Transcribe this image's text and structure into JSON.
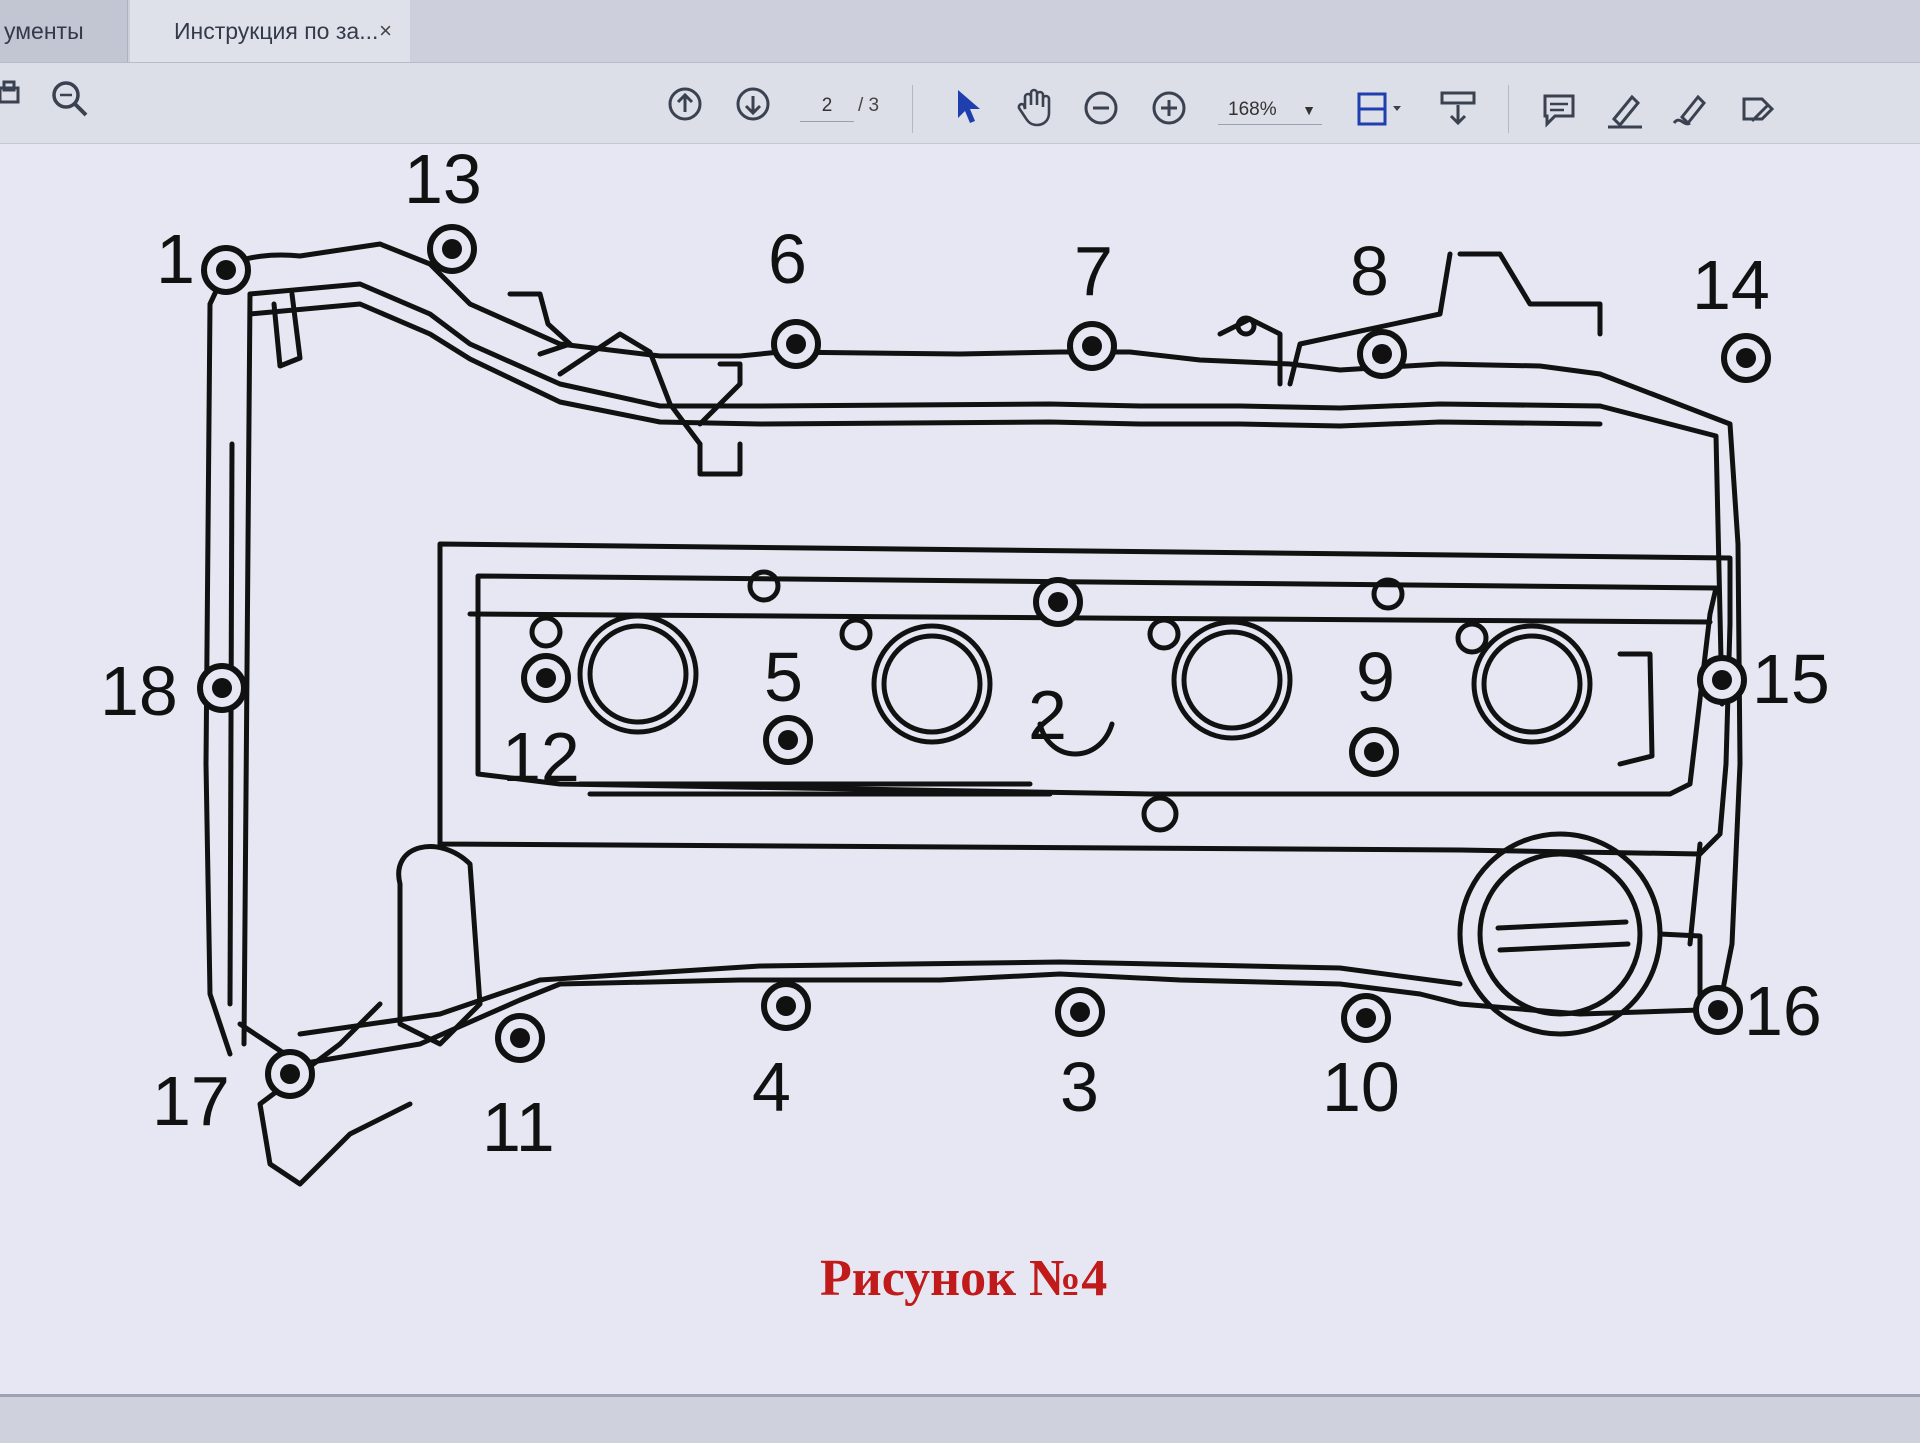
{
  "tabs": [
    {
      "label": "ументы"
    },
    {
      "label": "Инструкция по за...",
      "close": "×"
    }
  ],
  "toolbar": {
    "page_current": "2",
    "page_total": "/ 3",
    "zoom": "168%",
    "icons": [
      "print-icon",
      "search-zoom-icon",
      "prev-page-icon",
      "next-page-icon",
      "select-cursor-icon",
      "hand-tool-icon",
      "zoom-out-icon",
      "zoom-in-icon",
      "fit-page-icon",
      "scroll-mode-icon",
      "comment-icon",
      "highlight-icon",
      "sign-icon",
      "more-tools-icon"
    ]
  },
  "figure": {
    "bolt_labels": [
      "1",
      "2",
      "3",
      "4",
      "5",
      "6",
      "7",
      "8",
      "9",
      "10",
      "11",
      "12",
      "13",
      "14",
      "15",
      "16",
      "17",
      "18"
    ],
    "caption": "Рисунок №4"
  },
  "colors": {
    "caption": "#c01a1a",
    "page": "#e6e7f2",
    "toolbar": "#dcdee8"
  }
}
